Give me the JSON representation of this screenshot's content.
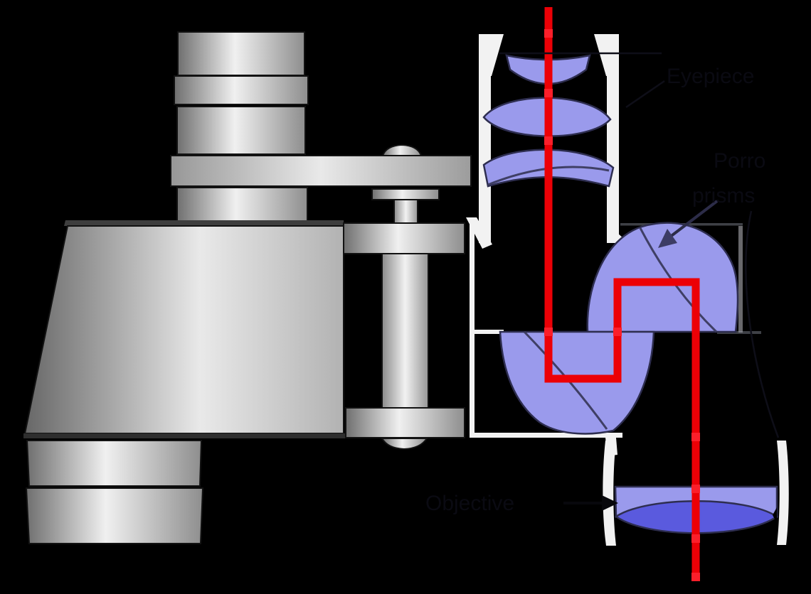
{
  "title": "Porro prism binoculars cutaway diagram",
  "labels": {
    "eyepiece": "Eyepiece",
    "porro_prisms": "Porro prisms",
    "porro_line1": "Porro",
    "porro_line2": "prisms",
    "objective": "Objective"
  },
  "colors": {
    "background": "#000000",
    "glass": "#9a9aec",
    "glass_dark": "#5a5ade",
    "glass_outline": "#2e2e50",
    "ray": "#ec0006",
    "ray_node": "#fb1f2a",
    "housing_white": "#f2f2f2",
    "arrow": "#3c3c64",
    "label_text": "#0a0a12",
    "metal_highlight": "#f0f0f0",
    "metal_shadow": "#6f6f6f"
  }
}
